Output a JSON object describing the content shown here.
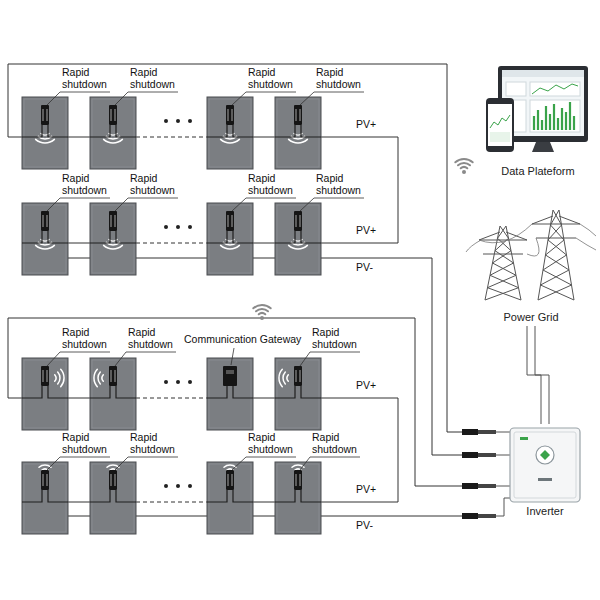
{
  "diagram": {
    "nodes": [
      {
        "text": [
          "Data Plateform"
        ]
      },
      {
        "text": [
          "Power Grid"
        ]
      },
      {
        "text": [
          "Inverter"
        ]
      }
    ],
    "edges": [
      {
        "from": 1,
        "to": 2,
        "arrow": "none"
      }
    ],
    "labels": [
      "Rapid shutdown",
      "Rapid shutdown",
      "Rapid shutdown",
      "Rapid shutdown",
      "PV+",
      "Rapid shutdown",
      "Rapid shutdown",
      "Rapid shutdown",
      "Rapid shutdown",
      "PV+",
      "PV-",
      "Rapid shutdown",
      "Rapid shutdown",
      "Communication Gateway",
      "Rapid shutdown",
      "PV+",
      "Rapid shutdown",
      "Rapid shutdown",
      "Rapid shutdown",
      "Rapid shutdown",
      "PV+",
      "PV-"
    ]
  }
}
